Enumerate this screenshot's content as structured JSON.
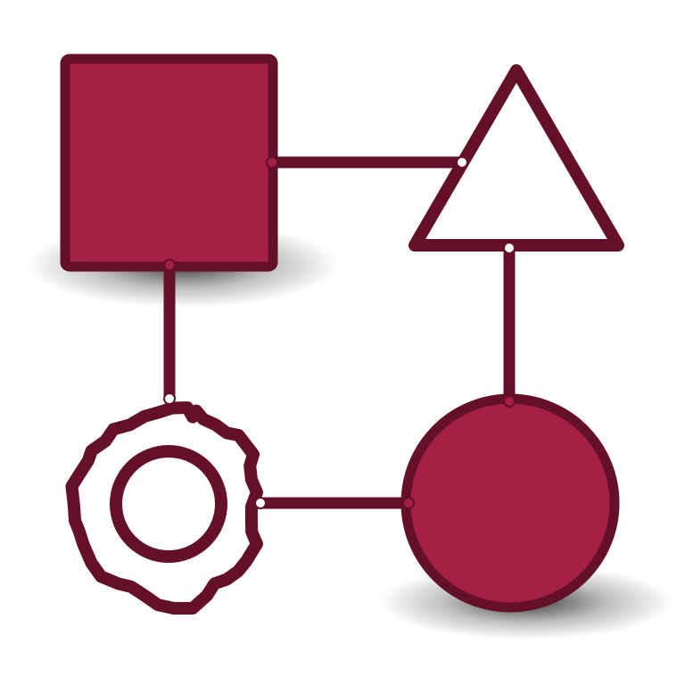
{
  "diagram": {
    "colors": {
      "background": "#ffffff",
      "fill": "#a41f44",
      "stroke": "#641029",
      "shadow": "#000000"
    },
    "nodes": [
      {
        "id": "square",
        "shape": "square",
        "icon": "square-icon",
        "filled": true
      },
      {
        "id": "triangle",
        "shape": "triangle",
        "icon": "triangle-icon",
        "filled": false
      },
      {
        "id": "gear",
        "shape": "gear",
        "icon": "gear-icon",
        "filled": false
      },
      {
        "id": "circle",
        "shape": "circle",
        "icon": "circle-icon",
        "filled": true
      }
    ],
    "edges": [
      {
        "from": "square",
        "to": "triangle"
      },
      {
        "from": "square",
        "to": "gear"
      },
      {
        "from": "triangle",
        "to": "circle"
      },
      {
        "from": "gear",
        "to": "circle"
      }
    ]
  }
}
